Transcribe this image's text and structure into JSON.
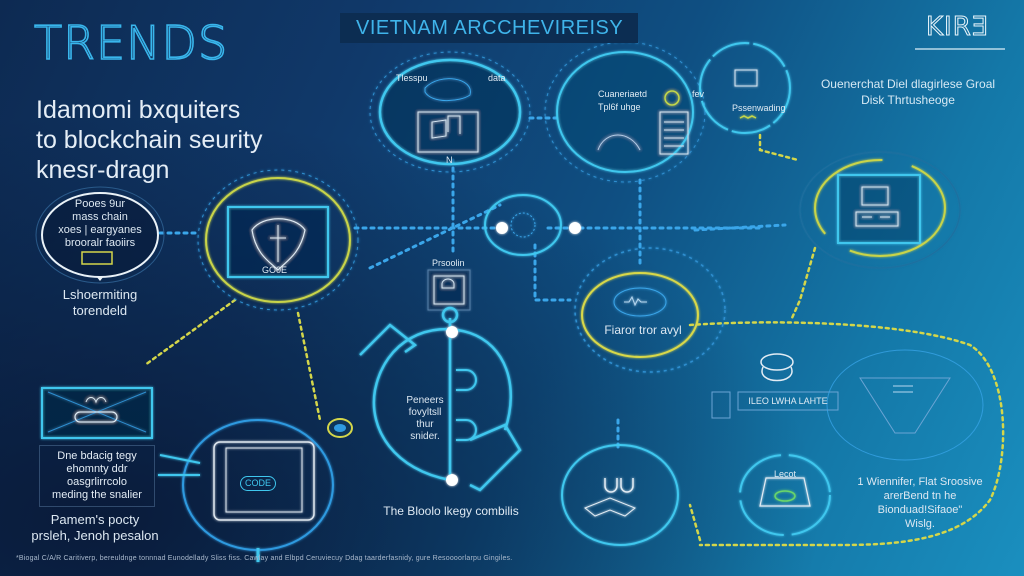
{
  "header": {
    "title": "TRENDS",
    "banner": "VIETNAM ARCCHEVIREISY",
    "logo": "KIRƎ",
    "subtitle_lines": [
      "Idamomi bxquiters",
      "to blockchain seurity",
      "knesr-dragn"
    ]
  },
  "topright_note": {
    "lines": [
      "Ouenerchat Diel dlagirlese Groal",
      "Disk Thrtusheoge"
    ]
  },
  "nodes": {
    "top_left_circle": {
      "labels": [
        "Tlesspu",
        "data"
      ],
      "caption": "N",
      "icon": "computer-icon"
    },
    "top_mid_circle": {
      "labels": [
        "Cuaneriaetd",
        "Tpl6f uhge"
      ],
      "icon": "document-icon",
      "side_label": "fev"
    },
    "top_small_circle": {
      "label": "Pssenwading",
      "icon": "ledger-icon"
    },
    "left_round": {
      "lines": [
        "Pooes 9ur",
        "mass chain",
        "xoes | eargyanes",
        "brooralr faoiirs"
      ],
      "caption_lines": [
        "Lshoermiting",
        "torendeld"
      ],
      "icon": "bridge-icon"
    },
    "shield_node": {
      "caption": "GO0E",
      "icon": "shield-icon"
    },
    "center_hub": {
      "icon": "network-icon"
    },
    "mid_small_box": {
      "label": "Prsoolin",
      "icon": "lock-icon"
    },
    "big_circle": {
      "lines": [
        "Peneers",
        "fovyltsll",
        "thur",
        "snider."
      ],
      "caption": "The Bloolo lkegy combilis"
    },
    "right_yellow_circle": {
      "label": "Fiaror tror avyl",
      "icon": "pulse-icon"
    },
    "right_monitor": {
      "icon": "monitor-icon"
    },
    "left_bottom_box": {
      "lines": [
        "Dne bdacig tegy",
        "ehomnty ddr",
        "oasgrlirrcolo",
        "meding the snalier"
      ],
      "caption_lines": [
        "Pamem's pocty",
        "prsleh, Jenoh pesalon"
      ],
      "icon": "device-icon"
    },
    "chest_node": {
      "icon": "chest-icon"
    },
    "tablet_node": {
      "label": "CODE",
      "icon": "tablet-icon"
    },
    "hands_node": {
      "icon": "handshake-icon"
    },
    "jar_node": {
      "label": "ILEO LWHA LAHTE",
      "icon": "jar-icon"
    },
    "funnel_node": {
      "icon": "funnel-icon"
    },
    "bin_node": {
      "label": "Lecot",
      "icon": "bin-icon"
    },
    "bottom_right_note": {
      "lines": [
        "1 Wiennifer, Flat Sroosive",
        "arerBend tn he",
        "Bionduad!Sifaoe\"",
        "Wislg."
      ]
    }
  },
  "footnote": "*Biogal C/A/R Caritiverp, bereuldnge tonnnad Eunodellady Sliss fiss. Cawlay and Elbpd Ceruviecuy Ddag taarderfasnidy, gure Resoooorlarpu Gingiles.",
  "colors": {
    "accent_cyan": "#3fc7ee",
    "accent_yellow": "#d8d84a",
    "line_blue": "#39a8e8",
    "text_light": "#e4edf6"
  }
}
